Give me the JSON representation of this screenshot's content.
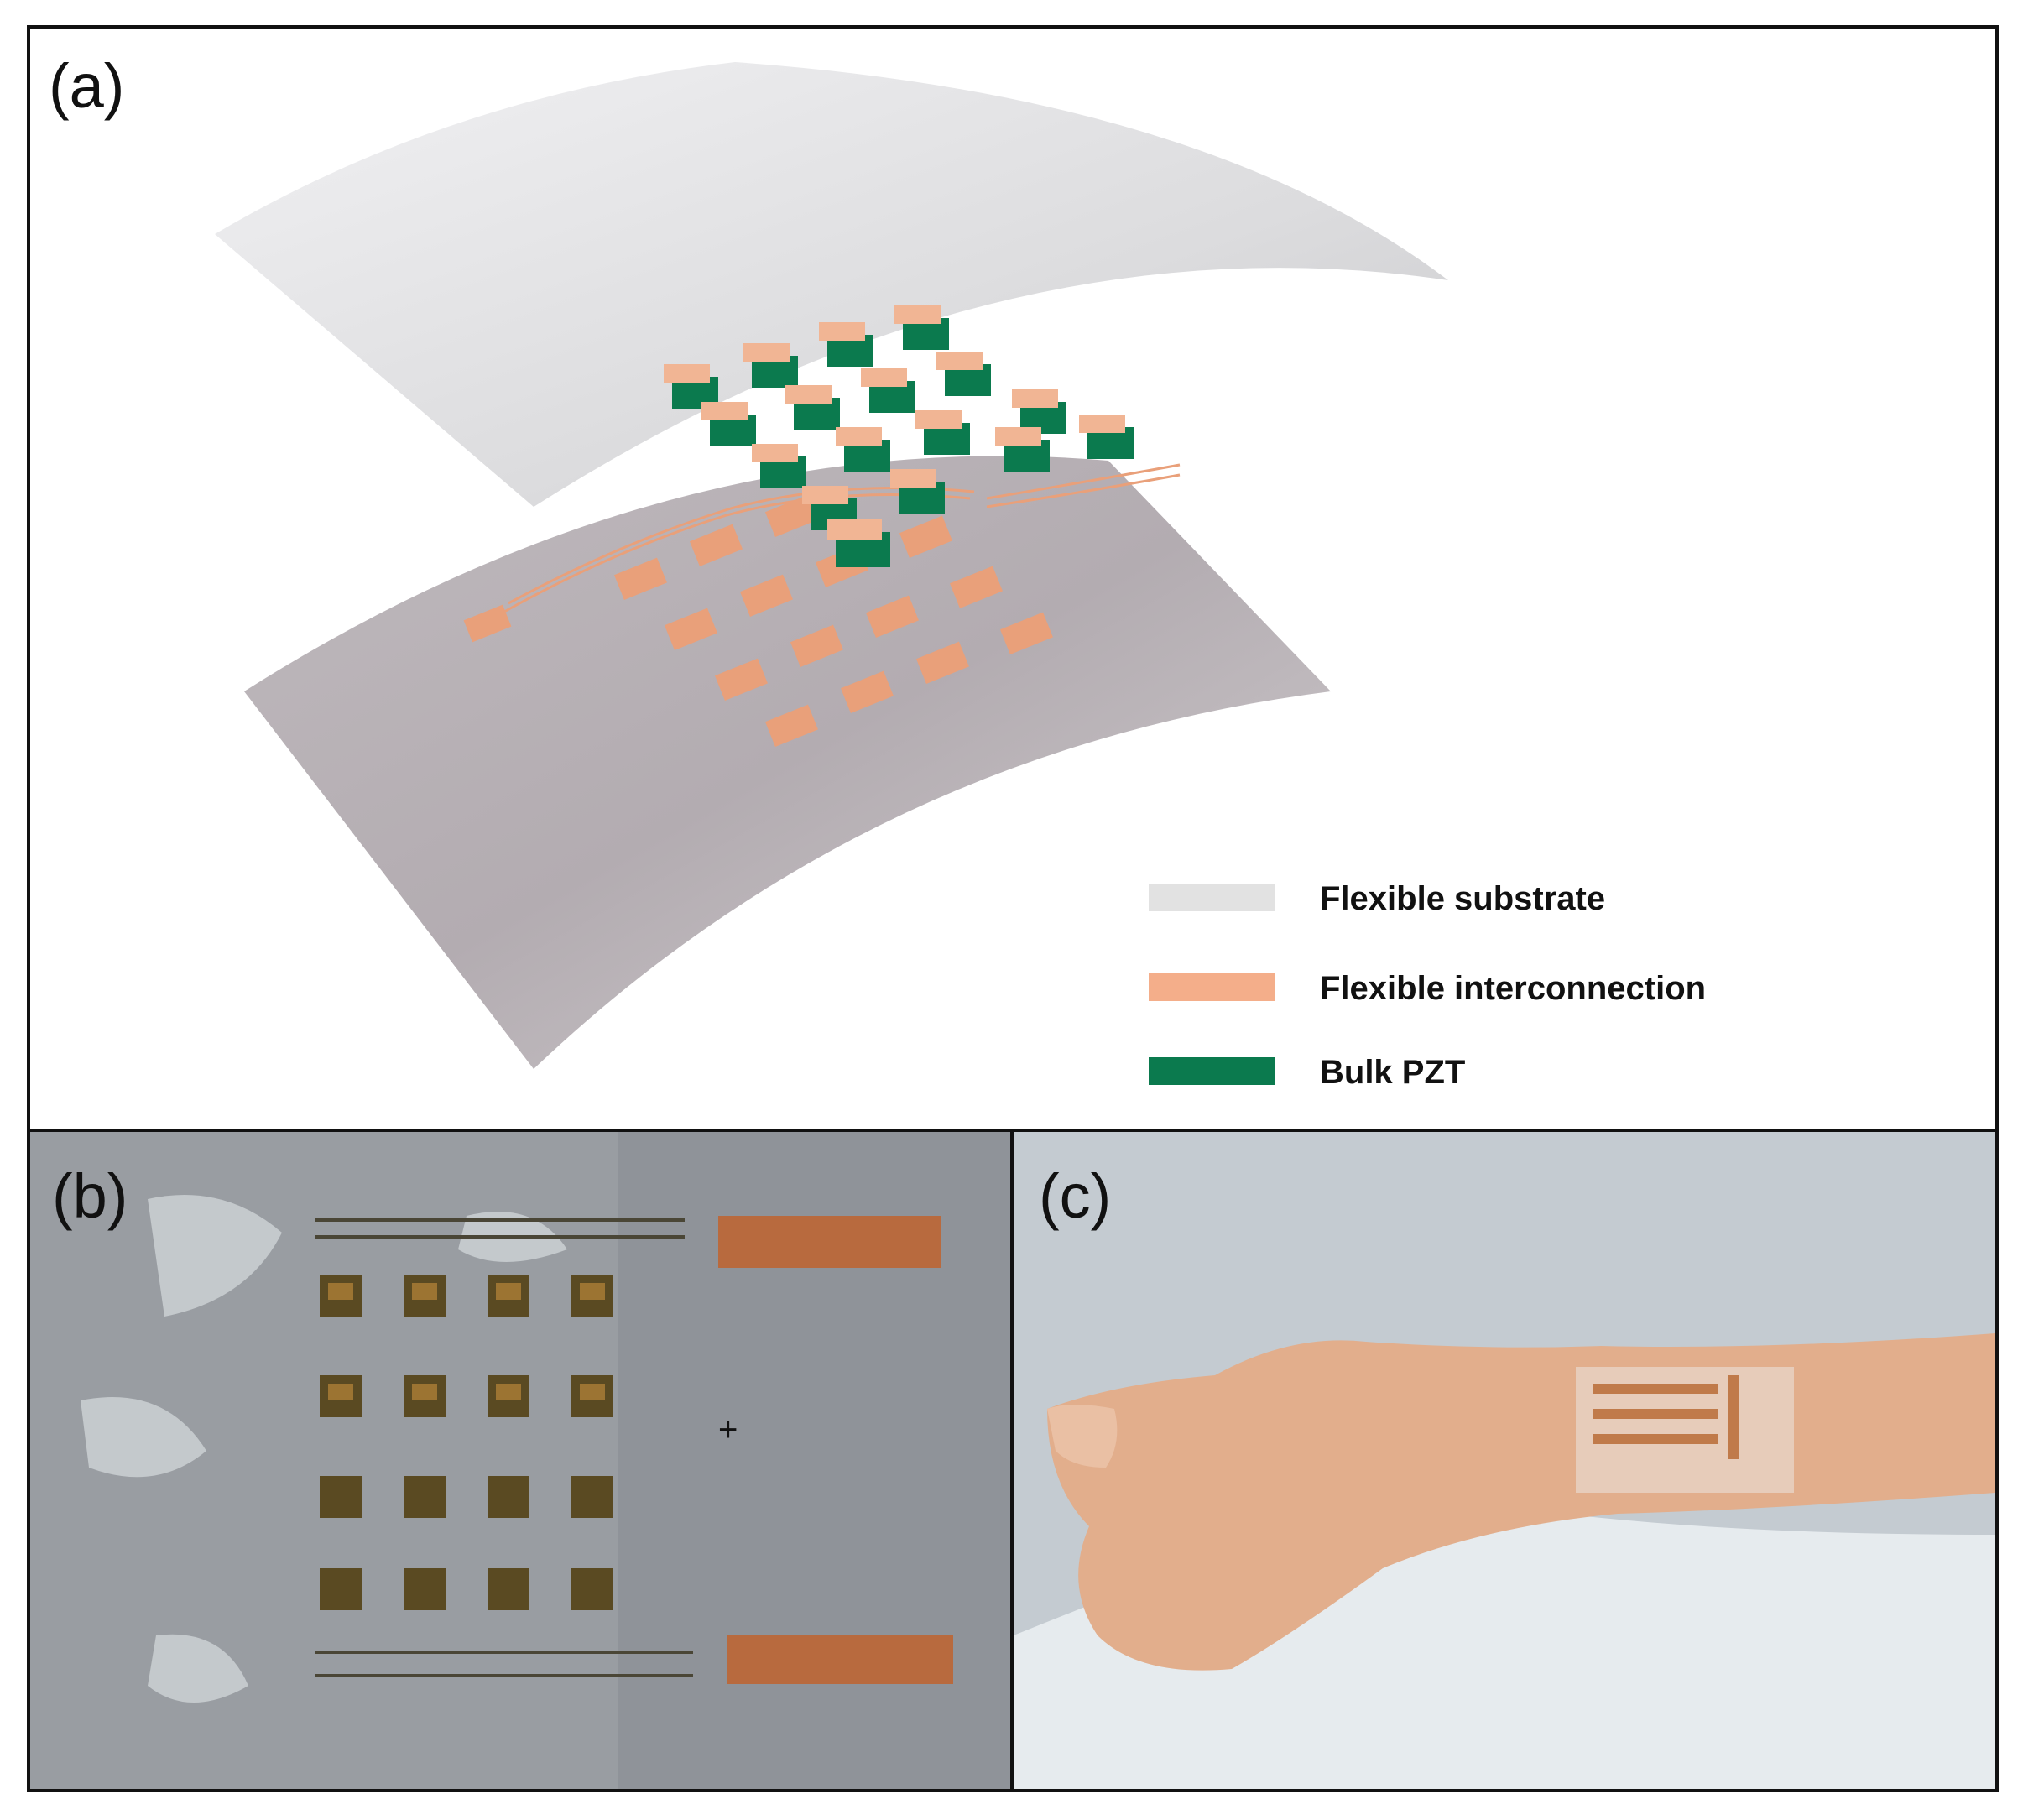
{
  "panels": {
    "a": {
      "label": "(a)"
    },
    "b": {
      "label": "(b)"
    },
    "c": {
      "label": "(c)"
    }
  },
  "legend": [
    {
      "label": "Flexible substrate",
      "color": "#e2e2e2",
      "icon": "substrate-swatch"
    },
    {
      "label": "Flexible interconnection",
      "color": "#f4ae8a",
      "icon": "interconnection-swatch"
    },
    {
      "label": "Bulk PZT",
      "color": "#0b7a4e",
      "icon": "pzt-swatch"
    }
  ],
  "colors": {
    "substrate_top": "#e6e6e8",
    "substrate_bottom": "#b8b2b6",
    "copper": "#e9a07a",
    "pzt": "#0b7a4e",
    "background_b": "#8f9399",
    "background_c": "#c4cbd1",
    "skin": "#e2ae8c"
  }
}
